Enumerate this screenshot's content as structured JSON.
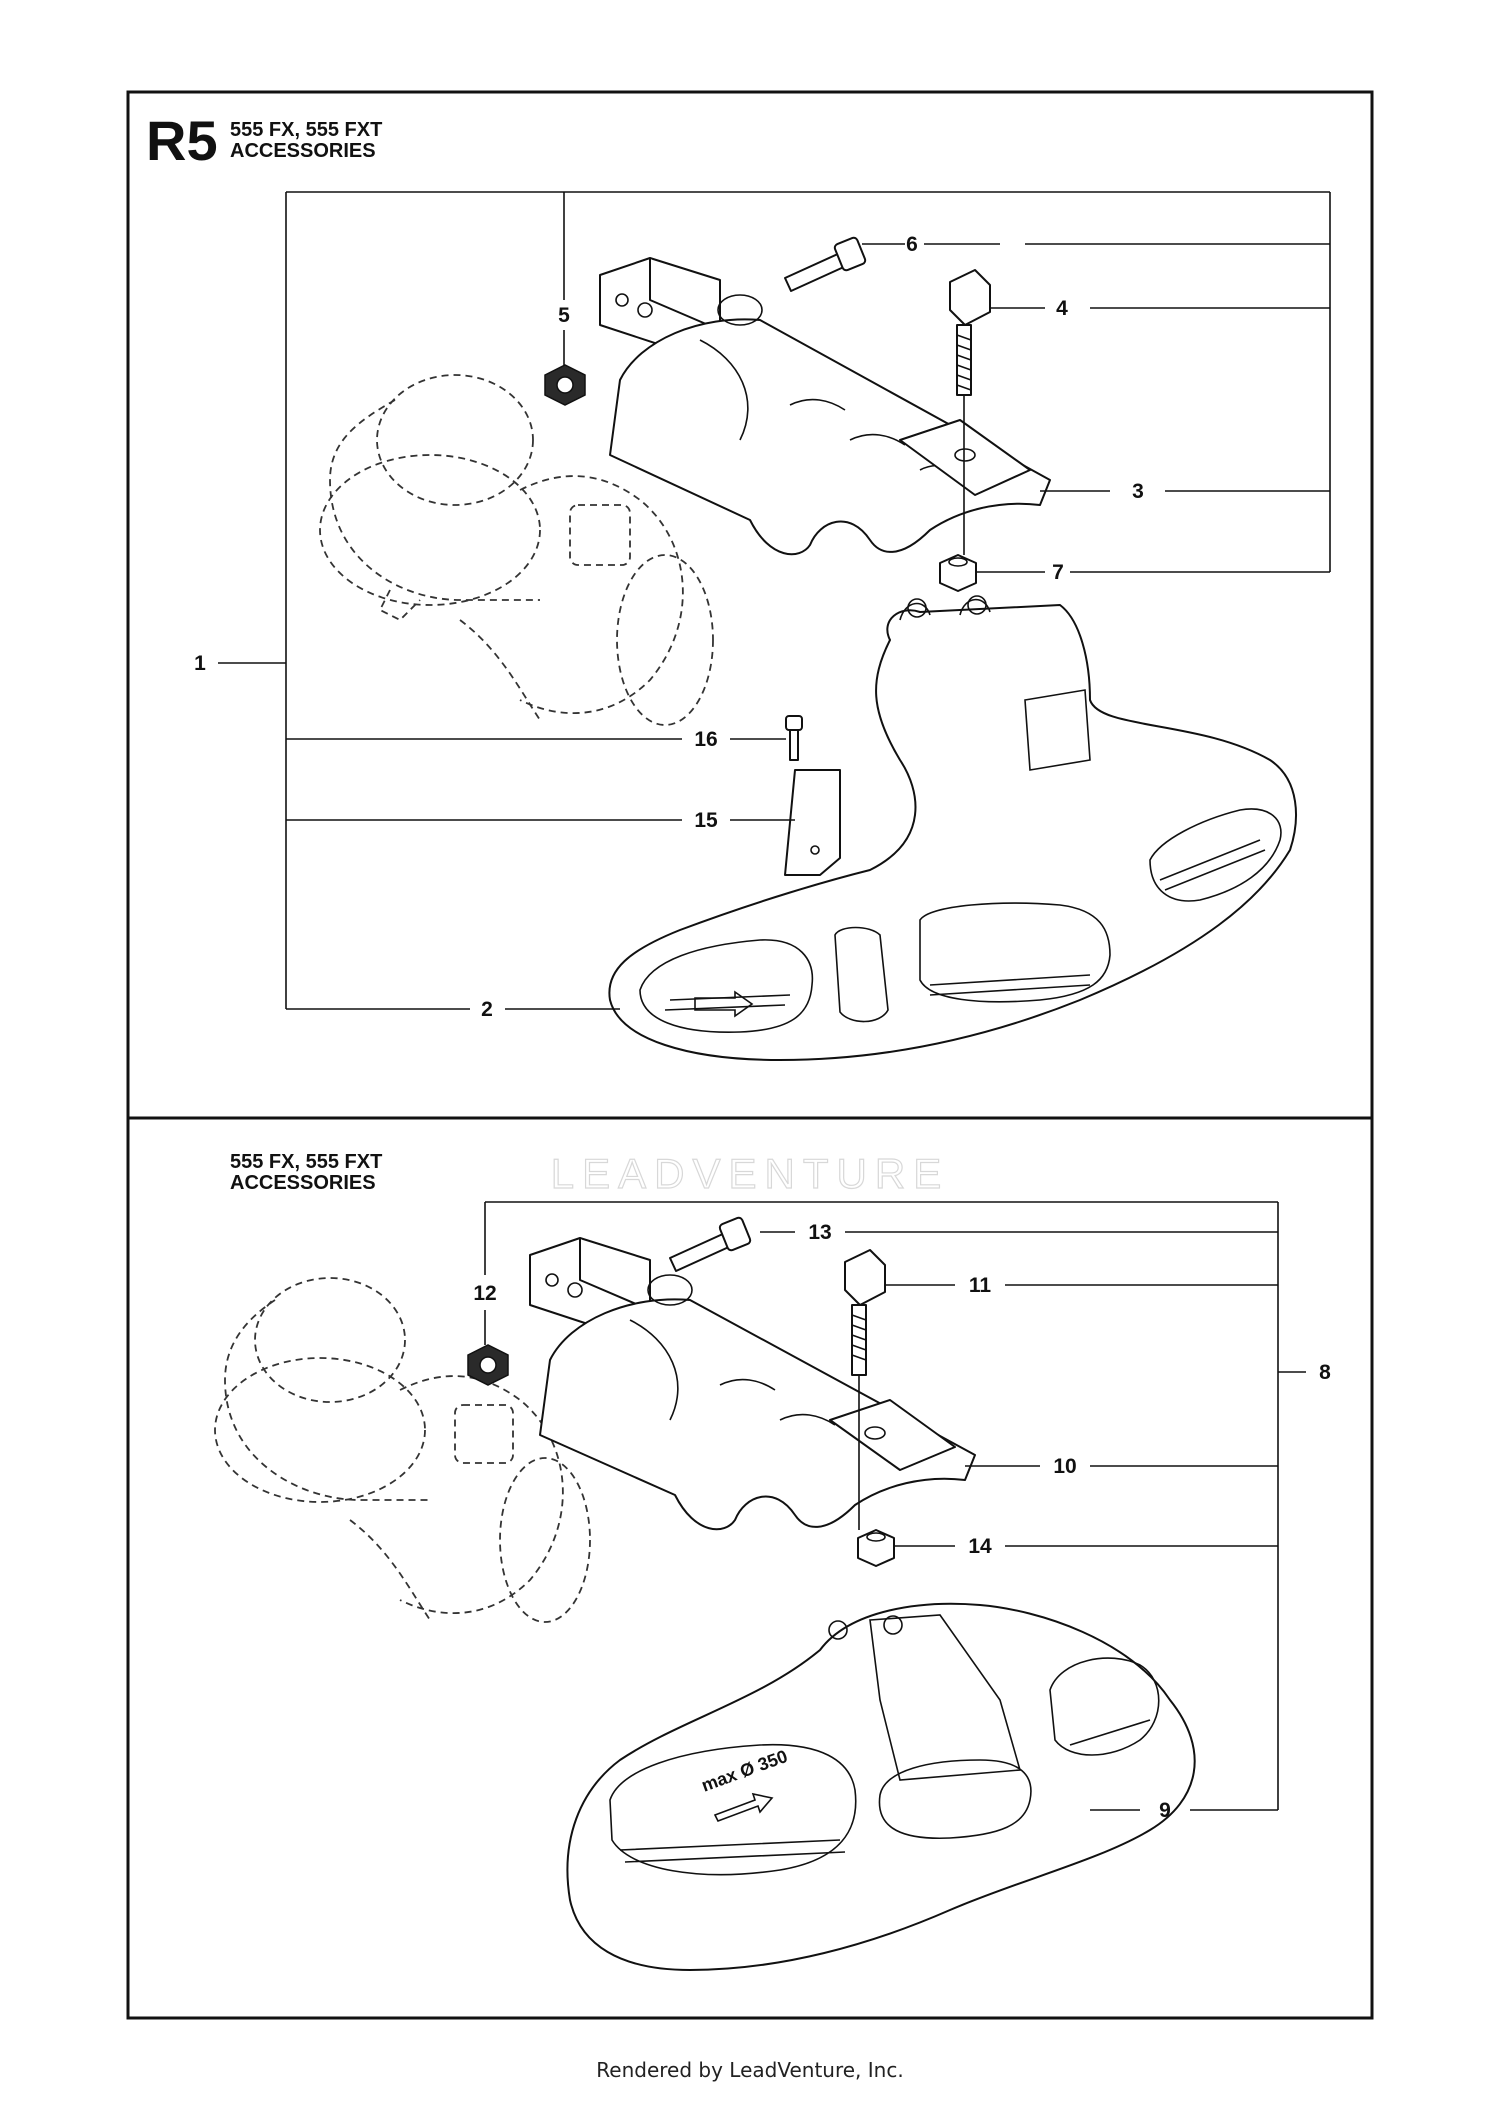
{
  "header": {
    "code": "R5",
    "model_line": "555 FX, 555 FXT",
    "section_line": "ACCESSORIES"
  },
  "lower_header": {
    "model_line": "555 FX, 555 FXT",
    "section_line": "ACCESSORIES"
  },
  "watermark": "LEADVENTURE",
  "callouts_top": [
    "1",
    "2",
    "3",
    "4",
    "5",
    "6",
    "7",
    "15",
    "16"
  ],
  "callouts_bottom": [
    "8",
    "9",
    "10",
    "11",
    "12",
    "13",
    "14"
  ],
  "guard_top_text": "",
  "guard_bottom_text": "max Ø 350",
  "footer": "Rendered by LeadVenture, Inc."
}
